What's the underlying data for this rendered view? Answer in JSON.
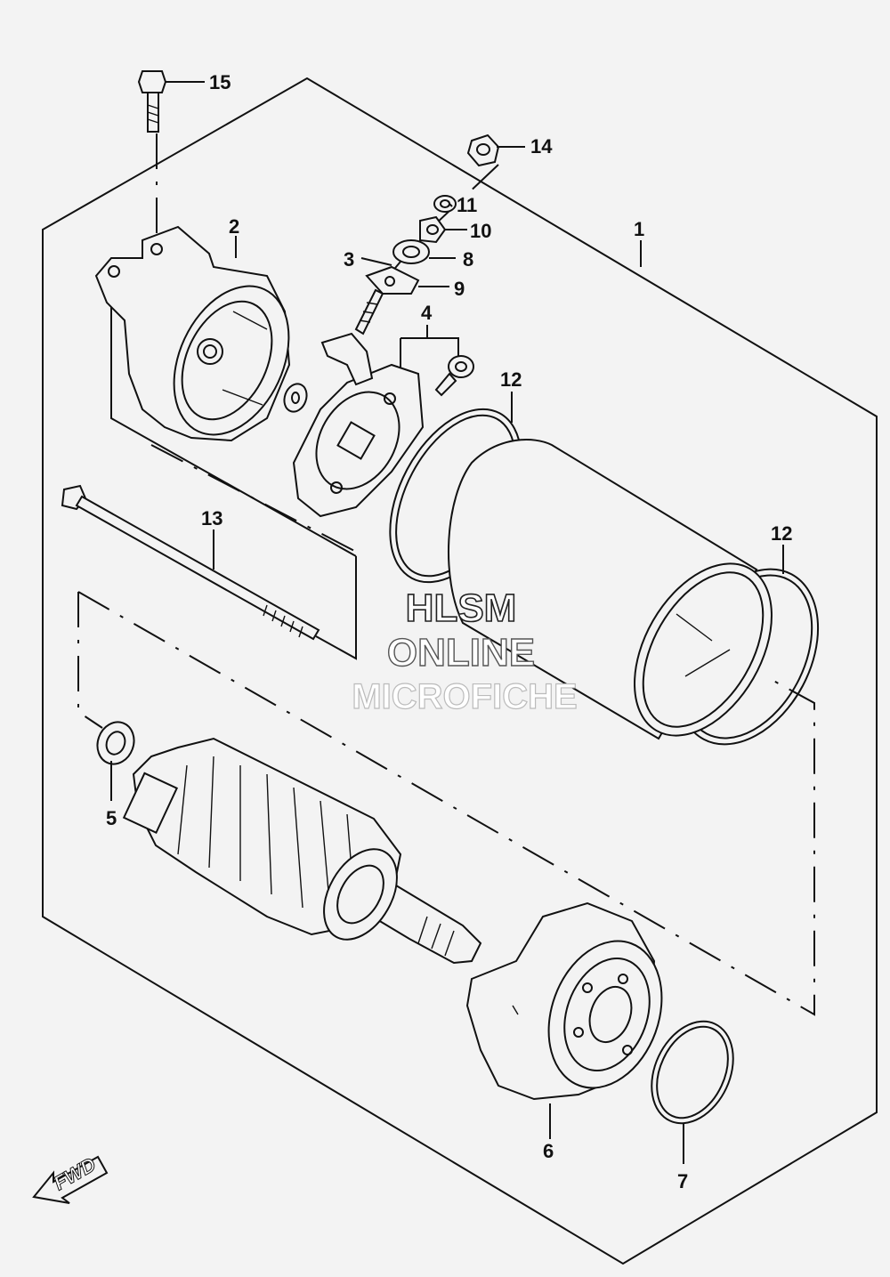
{
  "diagram": {
    "callouts": [
      {
        "id": "1",
        "text": "1"
      },
      {
        "id": "2",
        "text": "2"
      },
      {
        "id": "3",
        "text": "3"
      },
      {
        "id": "4",
        "text": "4"
      },
      {
        "id": "5",
        "text": "5"
      },
      {
        "id": "6",
        "text": "6"
      },
      {
        "id": "7",
        "text": "7"
      },
      {
        "id": "8",
        "text": "8"
      },
      {
        "id": "9",
        "text": "9"
      },
      {
        "id": "10",
        "text": "10"
      },
      {
        "id": "11",
        "text": "11"
      },
      {
        "id": "12a",
        "text": "12"
      },
      {
        "id": "12b",
        "text": "12"
      },
      {
        "id": "13",
        "text": "13"
      },
      {
        "id": "14",
        "text": "14"
      },
      {
        "id": "15",
        "text": "15"
      }
    ],
    "watermark": {
      "line1": "HLSM",
      "line2": "ONLINE",
      "line3": "MICROFICHE"
    },
    "fwd_label": "FWD"
  }
}
